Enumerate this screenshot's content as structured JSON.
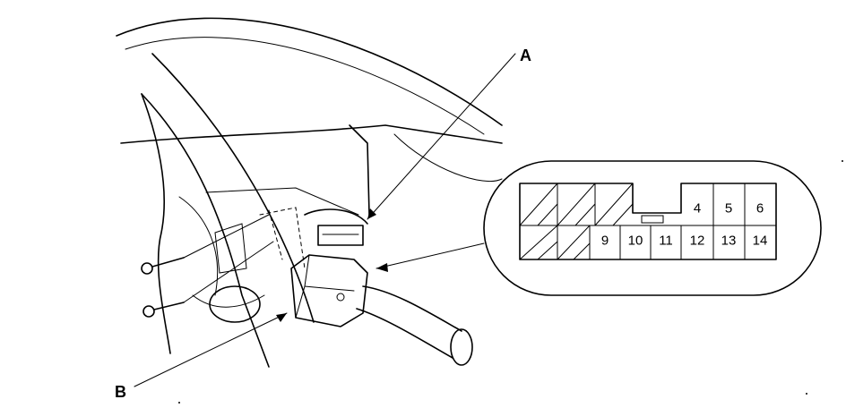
{
  "labels": {
    "a": "A",
    "b": "B"
  },
  "connector": {
    "top_row": [
      "",
      "",
      "",
      "",
      "",
      "",
      "4",
      "5",
      "6"
    ],
    "bottom_row": [
      "",
      "",
      "9",
      "10",
      "11",
      "12",
      "13",
      "14"
    ]
  }
}
